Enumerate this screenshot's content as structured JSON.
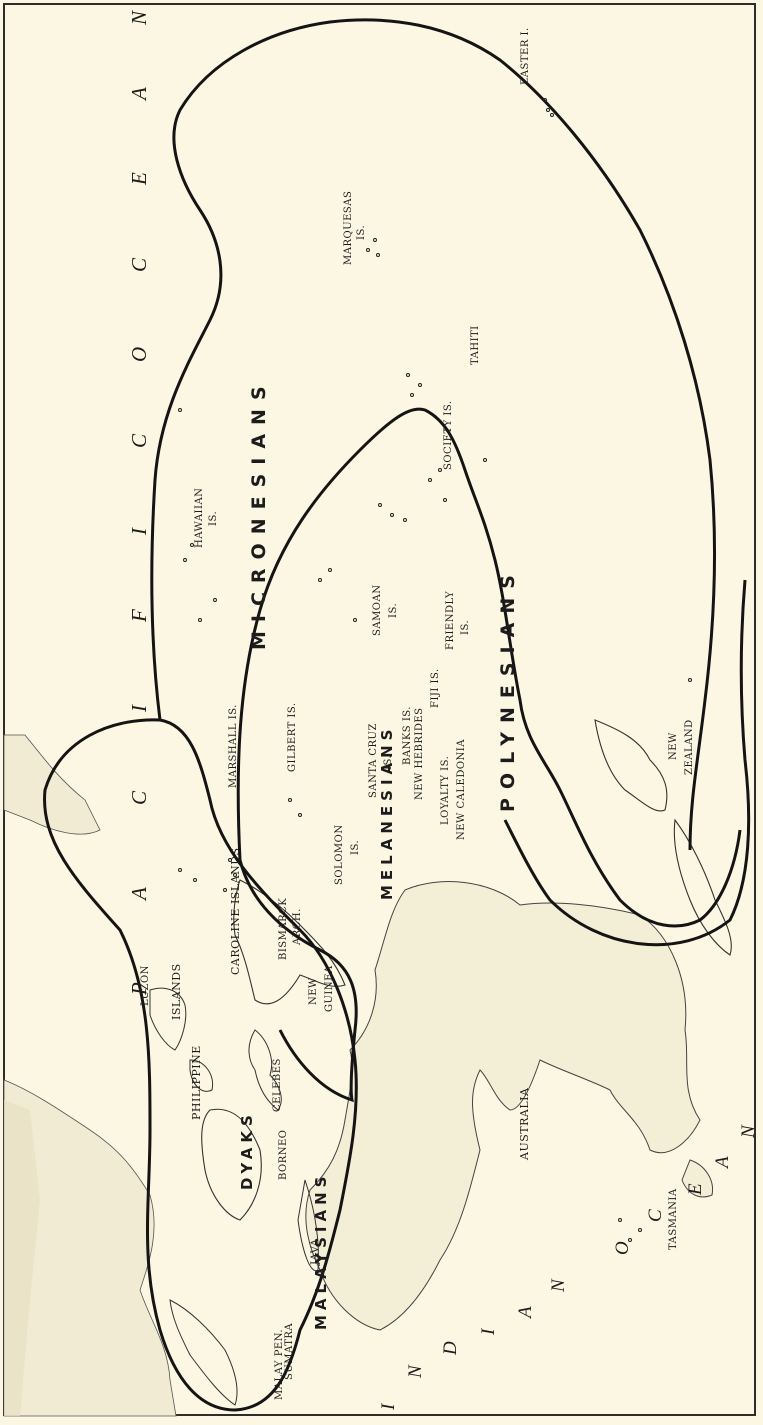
{
  "ocean_labels": {
    "pacific": [
      "P",
      "A",
      "C",
      "I",
      "F",
      "I",
      "C",
      "O",
      "C",
      "E",
      "A",
      "N"
    ],
    "indian": [
      "I",
      "N",
      "D",
      "I",
      "A",
      "N",
      "O",
      "C",
      "E",
      "A",
      "N"
    ]
  },
  "regions": {
    "micronesians": "MICRONESIANS",
    "polynesians": "POLYNESIANS",
    "melanesians": "MELANESIANS",
    "malaysians": "MALAYSIANS",
    "dyaks": "DYAKS"
  },
  "places": {
    "hawaiian_1": "HAWAIIAN",
    "hawaiian_2": "IS.",
    "marquesas_1": "MARQUESAS",
    "marquesas_2": "IS.",
    "easter": "EASTER I.",
    "society": "SOCIETY IS.",
    "tahiti": "TAHITI",
    "samoan_1": "SAMOAN",
    "samoan_2": "IS.",
    "friendly_1": "FRIENDLY",
    "friendly_2": "IS.",
    "marshall": "MARSHALL IS.",
    "gilbert": "GILBERT IS.",
    "caroline": "CAROLINE ISLANDS",
    "santa_cruz_1": "SANTA CRUZ",
    "santa_cruz_2": "IS.",
    "banks": "BANKS IS.",
    "new_hebrides": "NEW HEBRIDES",
    "fiji": "FIJI IS.",
    "loyalty": "LOYALTY IS.",
    "new_caledonia": "NEW CALEDONIA",
    "solomon_1": "SOLOMON",
    "solomon_2": "IS.",
    "bismarck_1": "BISMARCK",
    "bismarck_2": "ARCH.",
    "new_guinea_1": "NEW",
    "new_guinea_2": "GUINEA",
    "australia": "AUSTRALIA",
    "tasmania": "TASMANIA",
    "new_zealand_1": "NEW",
    "new_zealand_2": "ZEALAND",
    "luzon": "LUZON",
    "philippine": "PHILIPPINE",
    "islands": "ISLANDS",
    "borneo": "BORNEO",
    "celebes": "CELEBES",
    "java": "JAVA",
    "sumatra": "SUMATRA",
    "malay_pen": "MALAY PEN."
  },
  "colors": {
    "paper": "#fbf7e2",
    "ink": "#1c1c1c",
    "land": "#f1ecd3",
    "boundary": "#141414"
  }
}
